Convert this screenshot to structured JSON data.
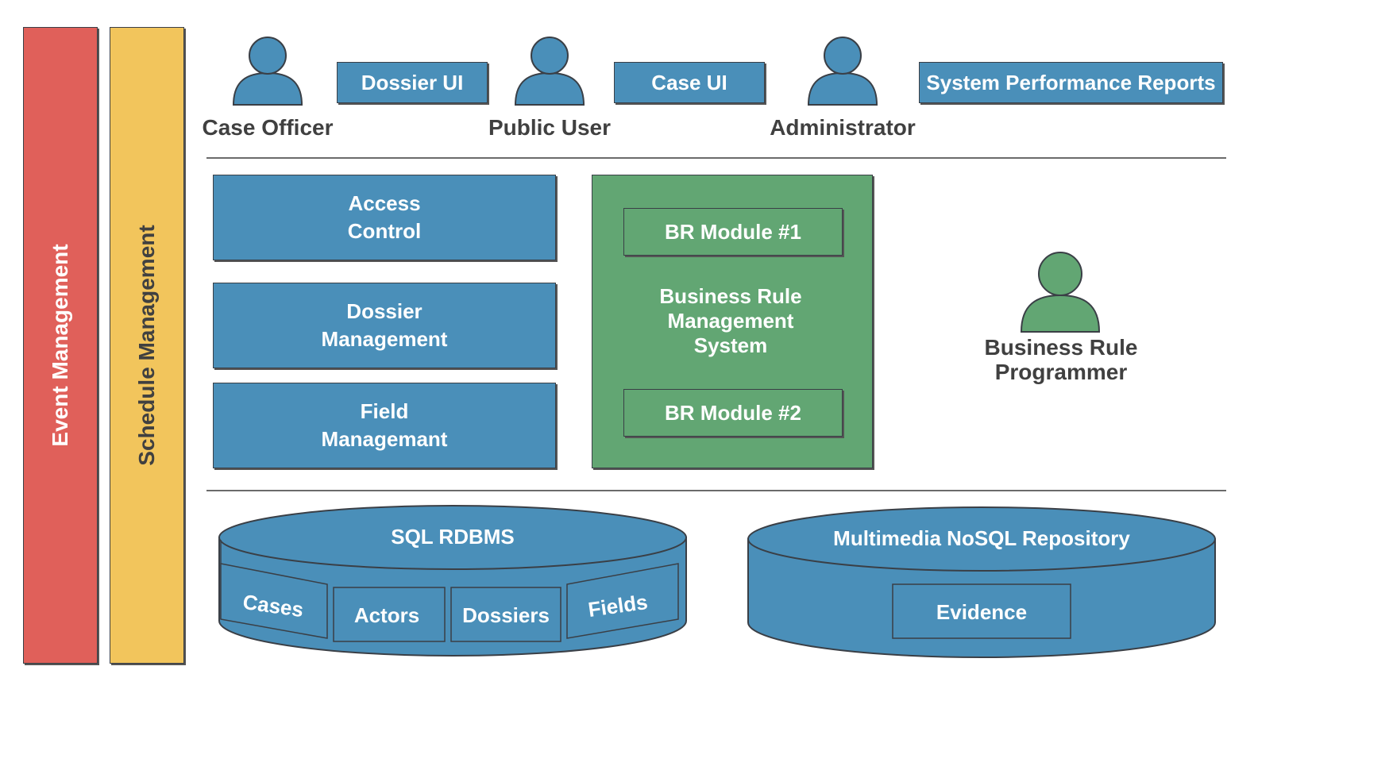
{
  "colors": {
    "blue": "#4a8fb9",
    "green": "#62a673",
    "red": "#e0605a",
    "yellow": "#f2c55c",
    "outline": "#3a3f46",
    "label": "#404040"
  },
  "side_bars": {
    "event": "Event Management",
    "schedule": "Schedule Management"
  },
  "users": {
    "case_officer": {
      "label": "Case Officer",
      "icon": "person-icon"
    },
    "public_user": {
      "label": "Public User",
      "icon": "person-icon"
    },
    "administrator": {
      "label": "Administrator",
      "icon": "person-icon"
    },
    "br_programmer": {
      "label": "Business Rule\nProgrammer",
      "icon": "person-icon"
    }
  },
  "interfaces": {
    "dossier_ui": "Dossier UI",
    "case_ui": "Case UI",
    "reports": "System Performance Reports"
  },
  "services": {
    "access_control": "Access\nControl",
    "dossier_management": "Dossier\nManagement",
    "field_management": "Field\nManagemant"
  },
  "brms": {
    "title": "Business Rule\nManagement\nSystem",
    "module1": "BR Module #1",
    "module2": "BR Module #2"
  },
  "databases": {
    "sql": {
      "title": "SQL RDBMS",
      "tables": [
        "Cases",
        "Actors",
        "Dossiers",
        "Fields"
      ]
    },
    "nosql": {
      "title": "Multimedia NoSQL Repository",
      "items": [
        "Evidence"
      ]
    }
  }
}
